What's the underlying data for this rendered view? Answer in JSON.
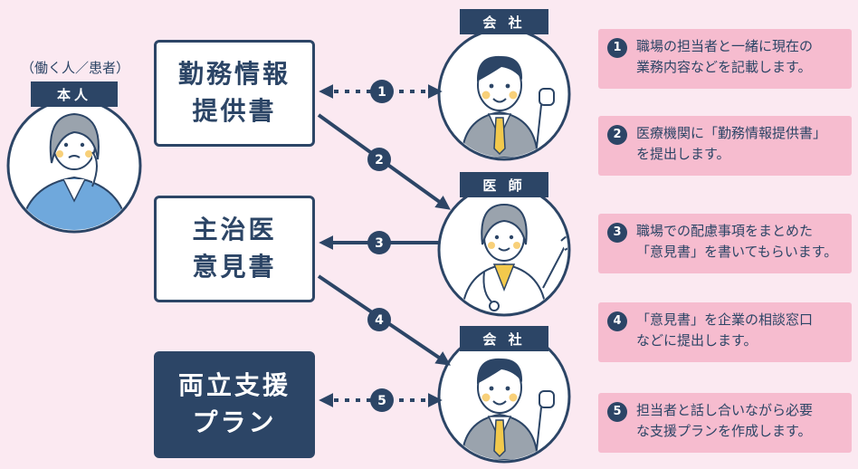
{
  "patient": {
    "caption": "（働く人／患者）",
    "label": "本人"
  },
  "boxes": {
    "work_info": [
      "勤務情報",
      "提供書"
    ],
    "opinion": [
      "主治医",
      "意見書"
    ],
    "plan": [
      "両立支援",
      "プラン"
    ]
  },
  "roles": {
    "company_top": "会 社",
    "doctor": "医 師",
    "company_bottom": "会 社"
  },
  "steps": [
    {
      "num": "1",
      "lines": [
        "職場の担当者と一緒に現在の",
        "業務内容などを記載します。"
      ]
    },
    {
      "num": "2",
      "lines": [
        "医療機関に「勤務情報提供書」",
        "を提出します。"
      ]
    },
    {
      "num": "3",
      "lines": [
        "職場での配慮事項をまとめた",
        "「意見書」を書いてもらいます。"
      ]
    },
    {
      "num": "4",
      "lines": [
        "「意見書」を企業の相談窓口",
        "などに提出します。"
      ]
    },
    {
      "num": "5",
      "lines": [
        "担当者と話し合いながら必要",
        "な支援プランを作成します。"
      ]
    }
  ],
  "colors": {
    "navy": "#2c4566",
    "pink_bg": "#fbe9f1",
    "note_bg": "#f6bccf",
    "accent_yellow": "#f2c94c"
  }
}
